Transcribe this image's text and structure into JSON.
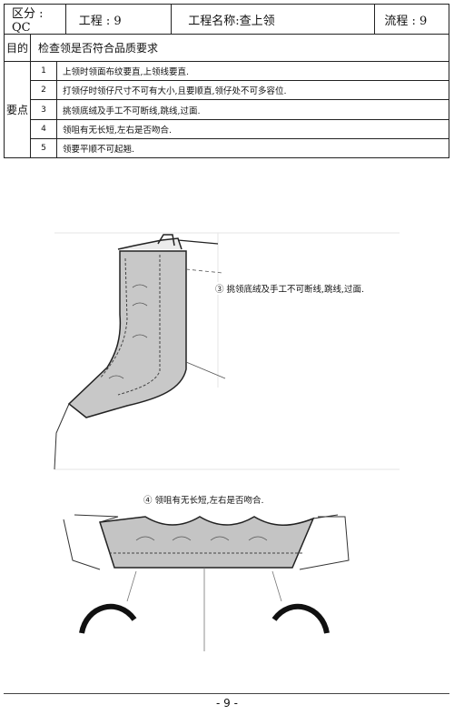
{
  "header": {
    "division": "区分 : QC",
    "process": "工程 : 9",
    "process_name": "工程名称:查上领",
    "flow": "流程 : 9"
  },
  "purpose": {
    "label": "目的",
    "text": "检查领是否符合品质要求"
  },
  "key_points": {
    "label": "要点",
    "items": [
      {
        "num": "1",
        "text": "上领时领面布纹要直,上领线要直."
      },
      {
        "num": "2",
        "text": "打领仔时领仔尺寸不可有大小,且要顺直,领仔处不可多容位."
      },
      {
        "num": "3",
        "text": "挑领底绒及手工不可断线,跳线,过面."
      },
      {
        "num": "4",
        "text": "领咀有无长短,左右是否吻合."
      },
      {
        "num": "5",
        "text": "领要平顺不可起翘."
      }
    ]
  },
  "illustration": {
    "caption_1": "③ 挑领底绒及手工不可断线,跳线,过面.",
    "caption_2": "④ 领咀有无长短,左右是否吻合."
  },
  "footer": {
    "page": "- 9 -"
  }
}
